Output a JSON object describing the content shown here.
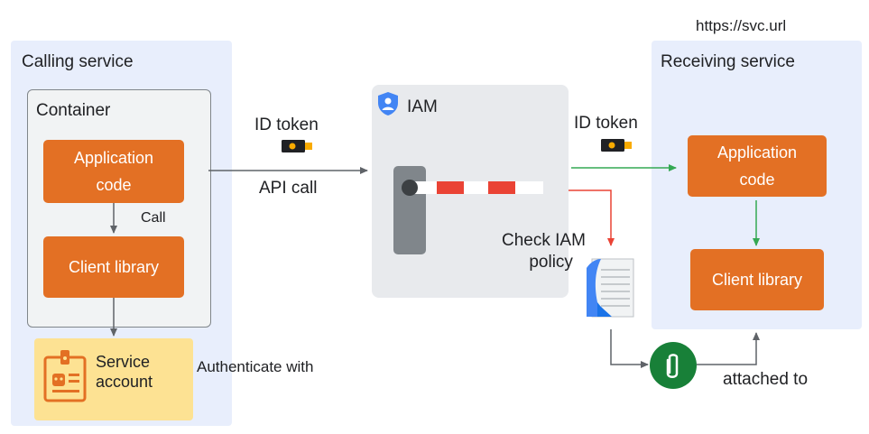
{
  "calling": {
    "title": "Calling service",
    "container": "Container",
    "app_code_line1": "Application",
    "app_code_line2": "code",
    "call": "Call",
    "client_library": "Client library",
    "service_account_line1": "Service",
    "service_account_line2": "account"
  },
  "middle": {
    "id_token": "ID token",
    "api_call": "API call",
    "authenticate_with": "Authenticate with",
    "iam": "IAM",
    "check_policy_line1": "Check IAM",
    "check_policy_line2": "policy",
    "attached_to": "attached to"
  },
  "receiving": {
    "url": "https://svc.url",
    "title": "Receiving service",
    "id_token": "ID token",
    "app_code_line1": "Application",
    "app_code_line2": "code",
    "client_library": "Client library"
  },
  "colors": {
    "panel": "#e8eefc",
    "orange": "#e37024",
    "green": "#34a853",
    "red": "#ea4335",
    "arrow_gray": "#5f6368",
    "iam_blue": "#4285f4",
    "service_account_yellow": "#fde293"
  },
  "icons": [
    "iam-shield-icon",
    "id-token-icon",
    "gate-barrier-icon",
    "policy-document-icon",
    "paperclip-icon",
    "id-badge-icon"
  ]
}
